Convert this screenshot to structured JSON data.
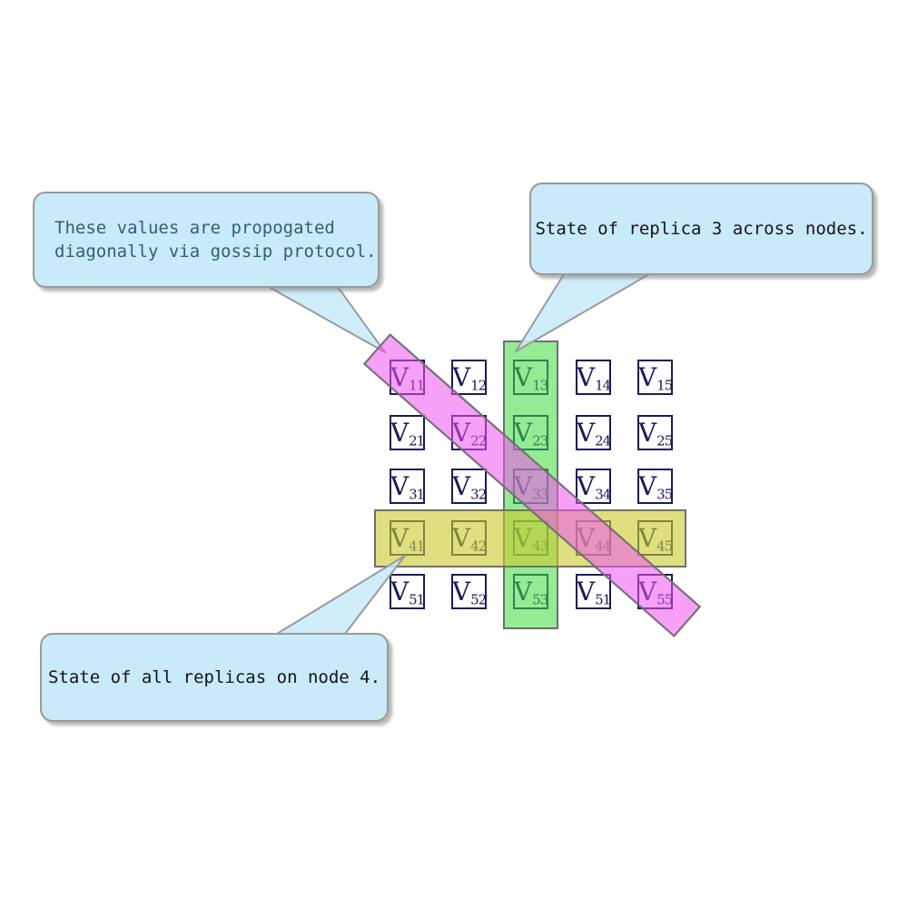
{
  "canvas": {
    "background": "#ffffff"
  },
  "matrix": {
    "symbol": "V",
    "cell_color": "#1a1a5e",
    "rows": [
      [
        "11",
        "12",
        "13",
        "14",
        "15"
      ],
      [
        "21",
        "22",
        "23",
        "24",
        "25"
      ],
      [
        "31",
        "32",
        "33",
        "34",
        "35"
      ],
      [
        "41",
        "42",
        "43",
        "44",
        "45"
      ],
      [
        "51",
        "52",
        "53",
        "51",
        "55"
      ]
    ]
  },
  "bands": {
    "replica3_column": {
      "label": "replica-3 column highlight",
      "fill": "rgba(60,219,60,0.55)",
      "border": "#6f6f6f"
    },
    "node4_row": {
      "label": "node-4 row highlight",
      "fill": "rgba(201,201,43,0.6)",
      "border": "#6f6f6f"
    },
    "gossip_diagonal": {
      "label": "gossip diagonal highlight",
      "fill": "rgba(238,82,238,0.55)",
      "border": "#6f6f6f"
    }
  },
  "callouts": {
    "fill": "#c9eaf9",
    "border": "#9a9a9a",
    "tail_fill": "rgba(201,234,249,0.88)",
    "gossip": {
      "lines": [
        "These values are propogated",
        "diagonally via gossip protocol."
      ],
      "text_color": "#2e6077"
    },
    "replica3": {
      "lines": [
        "State of replica 3 across nodes."
      ],
      "text_color": "#141414"
    },
    "node4": {
      "lines": [
        "State of all replicas on node 4."
      ],
      "text_color": "#141414"
    }
  }
}
